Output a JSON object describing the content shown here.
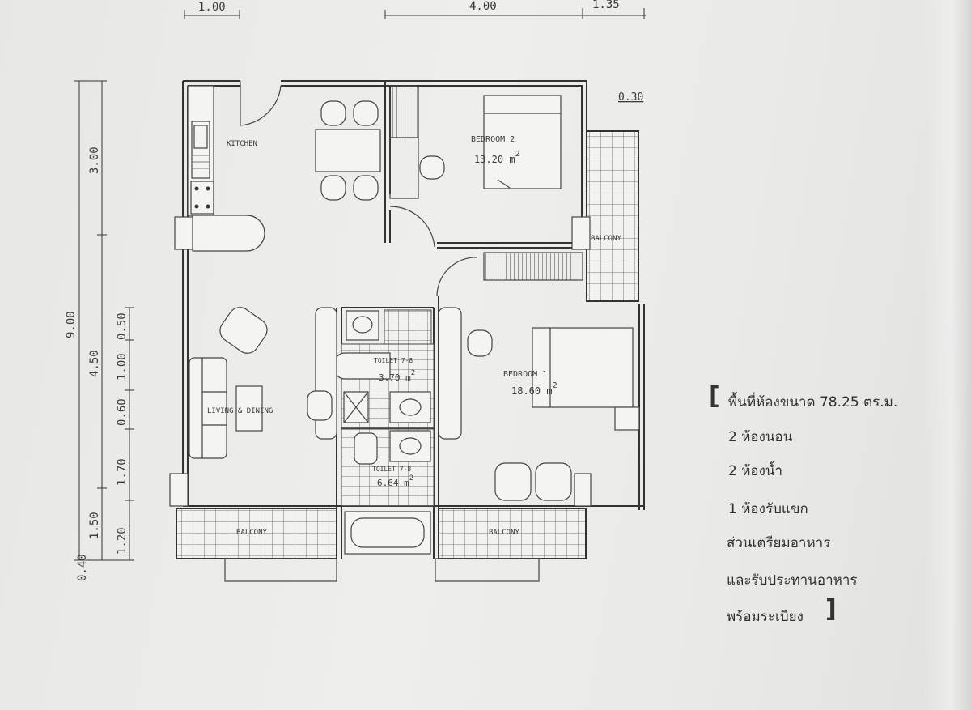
{
  "dimensions": {
    "top": [
      "1.00",
      "4.00",
      "1.35"
    ],
    "right": "0.30",
    "left_total": "9.00",
    "left_mid": [
      "3.00",
      "4.50",
      "1.50"
    ],
    "left_inner": [
      "0.50",
      "1.00",
      "0.60",
      "1.70",
      "1.20"
    ],
    "left_bottom": "0.40"
  },
  "rooms": {
    "kitchen": "KITCHEN",
    "bedroom2": {
      "name": "BEDROOM 2",
      "area": "13.20 m",
      "sup": "2"
    },
    "bedroom1": {
      "name": "BEDROOM 1",
      "area": "18.60 m",
      "sup": "2"
    },
    "living": "LIVING & DINING",
    "toilet1": {
      "name": "TOILET 7-8",
      "area": "3.70 m",
      "sup": "2"
    },
    "toilet2": {
      "name": "TOILET 7-8",
      "area": "6.64 m",
      "sup": "2"
    },
    "balcony_right": "BALCONY",
    "balcony_left": "BALCONY",
    "balcony_mid": "BALCONY"
  },
  "legend": {
    "open": "[",
    "close": "]",
    "lines": [
      "พื้นที่ห้องขนาด 78.25 ตร.ม.",
      "2 ห้องนอน",
      "2 ห้องน้ำ",
      "1 ห้องรับแขก",
      "ส่วนเตรียมอาหาร",
      "และรับประทานอาหาร",
      "พร้อมระเบียง"
    ]
  }
}
